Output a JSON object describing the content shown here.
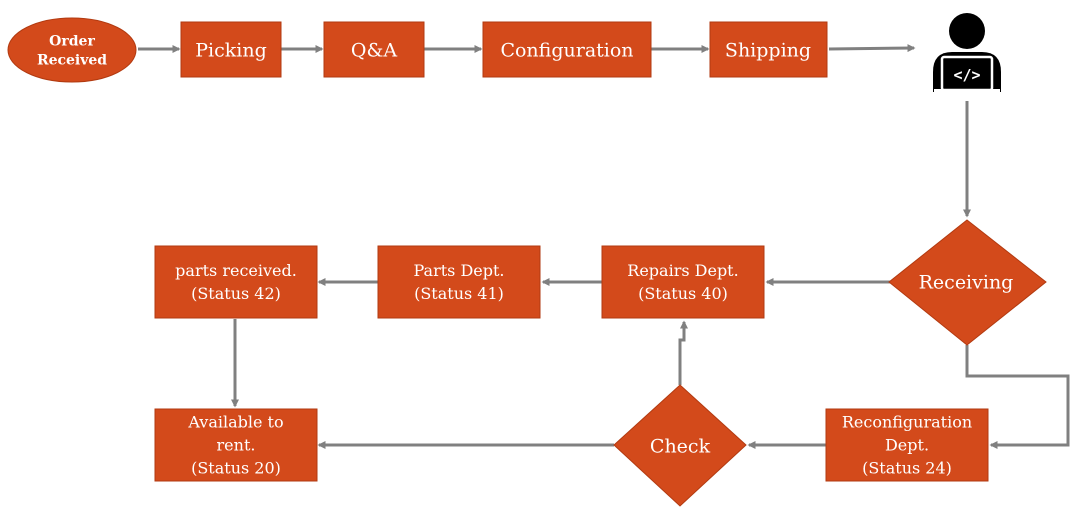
{
  "colors": {
    "node_fill": "#D34A1B",
    "node_stroke": "#B23A10",
    "connector": "#808080",
    "text": "#FFFFFF",
    "icon": "#000000"
  },
  "nodes": {
    "order_received": {
      "lines": [
        "Order",
        "Received"
      ]
    },
    "picking": {
      "lines": [
        "Picking"
      ]
    },
    "qa": {
      "lines": [
        "Q&A"
      ]
    },
    "configuration": {
      "lines": [
        "Configuration"
      ]
    },
    "shipping": {
      "lines": [
        "Shipping"
      ]
    },
    "receiving": {
      "lines": [
        "Receiving"
      ]
    },
    "repairs": {
      "lines": [
        "Repairs Dept.",
        "(Status 40)"
      ]
    },
    "parts_dept": {
      "lines": [
        "Parts Dept.",
        "(Status 41)"
      ]
    },
    "parts_received": {
      "lines": [
        "parts received.",
        "(Status 42)"
      ]
    },
    "available": {
      "lines": [
        "Available to",
        "rent.",
        "(Status 20)"
      ]
    },
    "check": {
      "lines": [
        "Check"
      ]
    },
    "reconfiguration": {
      "lines": [
        "Reconfiguration",
        "Dept.",
        "(Status 24)"
      ]
    }
  },
  "icons": {
    "customer": "developer-at-laptop-icon"
  }
}
